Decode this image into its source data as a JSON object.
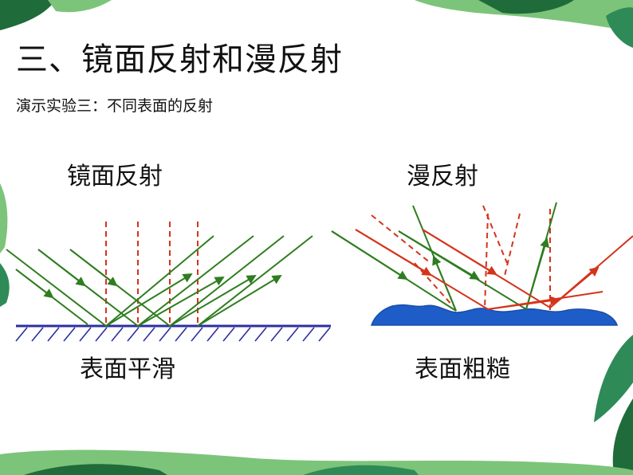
{
  "slide": {
    "title": "三、镜面反射和漫反射",
    "subtitle": "演示实验三：不同表面的反射"
  },
  "diagrams": {
    "mirror": {
      "heading": "镜面反射",
      "caption": "表面平滑"
    },
    "diffuse": {
      "heading": "漫反射",
      "caption": "表面粗糙"
    }
  },
  "colors": {
    "incident_ray": "#2e7d1f",
    "reflected_ray": "#2e7d1f",
    "normal_line": "#d4341c",
    "surface": "#2b2fa0",
    "rough_surface_fill": "#1e5cc8",
    "diffuse_red_ray": "#d4341c",
    "leaf_dark": "#1f6b3a",
    "leaf_light": "#7cc47a"
  }
}
